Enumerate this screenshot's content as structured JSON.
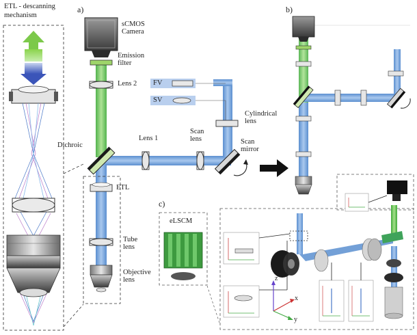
{
  "left_inset": {
    "title_line1": "ETL - descanning",
    "title_line2": "mechanism"
  },
  "panels": {
    "a": "a)",
    "b": "b)",
    "c": "c)"
  },
  "labels": {
    "camera": "sCMOS\nCamera",
    "emission_filter": "Emission\nfilter",
    "lens2": "Lens 2",
    "fv": "FV",
    "sv": "SV",
    "cylindrical_lens": "Cylindrical\nlens",
    "dichroic": "Dichroic",
    "lens1": "Lens 1",
    "scan_lens": "Scan\nlens",
    "scan_mirror": "Scan\nmirror",
    "etl": "ETL",
    "tube_lens": "Tube\nlens",
    "objective_lens": "Objective\nlens",
    "elscm": "eLSCM"
  },
  "axes": {
    "z": "z",
    "x": "x",
    "y": "y"
  },
  "colors": {
    "beam_blue": "#6f9fd8",
    "beam_green": "#5cc35a",
    "glass": "#d8d8d8",
    "dark": "#1e1e1e"
  }
}
